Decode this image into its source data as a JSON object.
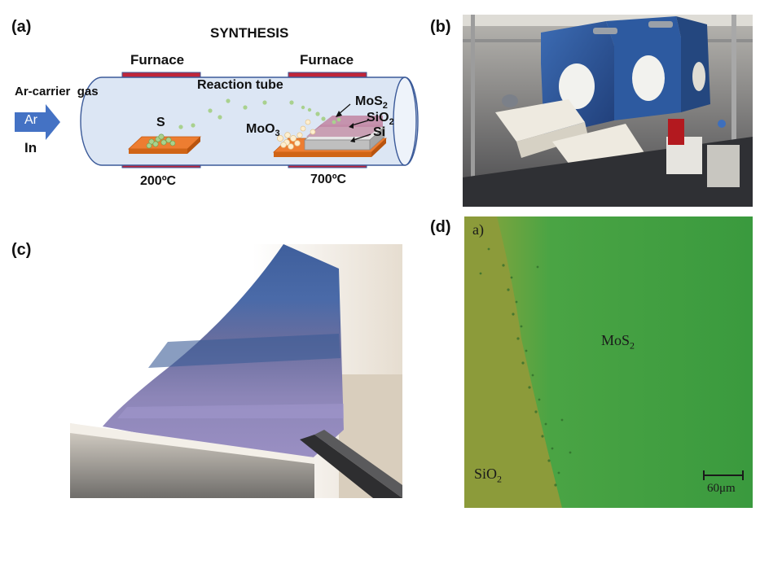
{
  "panel_a": {
    "label": "(a)",
    "title": "SYNTHESIS",
    "furnace_left": "Furnace",
    "furnace_right": "Furnace",
    "reaction_tube": "Reaction tube",
    "carrier_gas": "Ar-carrier  gas",
    "arrow_text": "Ar",
    "in_text": "In",
    "sulfur": "S",
    "moo3_base": "MoO",
    "moo3_sub": "3",
    "mos2_base": "MoS",
    "mos2_sub": "2",
    "sio2_base": "SiO",
    "sio2_sub": "2",
    "si": "Si",
    "temp_left": "200ºC",
    "temp_right": "700ºC"
  },
  "panel_b": {
    "label": "(b)"
  },
  "panel_c": {
    "label": "(c)"
  },
  "panel_d": {
    "label": "(d)",
    "inner_label": "a)",
    "mos2_base": "MoS",
    "mos2_sub": "2",
    "sio2_base": "SiO",
    "sio2_sub": "2",
    "scale_bar": "60μm"
  },
  "colors": {
    "tube_fill": "#dce6f4",
    "furnace_bar": "#c0263a",
    "arrow_blue": "#4472c4",
    "plate_orange": "#ed7d31",
    "micro_green": "#3f9a3c"
  }
}
